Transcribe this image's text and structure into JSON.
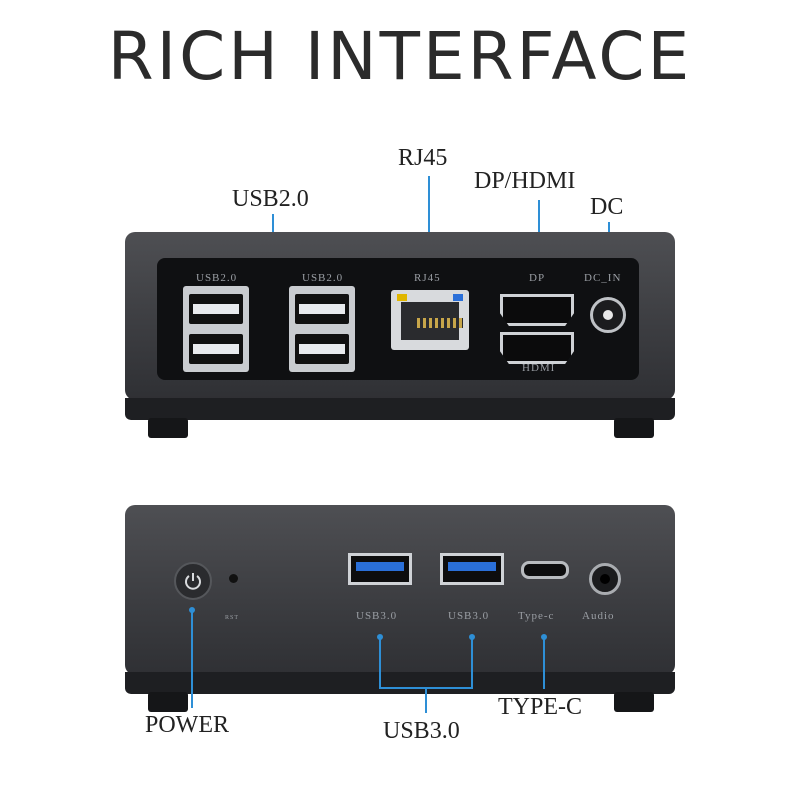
{
  "title": "RICH INTERFACE",
  "callouts": {
    "usb2": "USB2.0",
    "rj45": "RJ45",
    "dp_hdmi": "DP/HDMI",
    "dc": "DC",
    "power": "POWER",
    "usb3": "USB3.0",
    "typec": "TYPE-C"
  },
  "rear_labels": {
    "usb2_a": "USB2.0",
    "usb2_b": "USB2.0",
    "rj45": "RJ45",
    "dp": "DP",
    "dc_in": "DC_IN",
    "hdmi": "HDMI"
  },
  "front_labels": {
    "rst": "RST",
    "usb3_a": "USB3.0",
    "usb3_b": "USB3.0",
    "typec": "Type-c",
    "audio": "Audio"
  },
  "colors": {
    "callout_line": "#2e8fd6",
    "chassis": "#3f4044",
    "usb3_tongue": "#2a6fd8"
  }
}
